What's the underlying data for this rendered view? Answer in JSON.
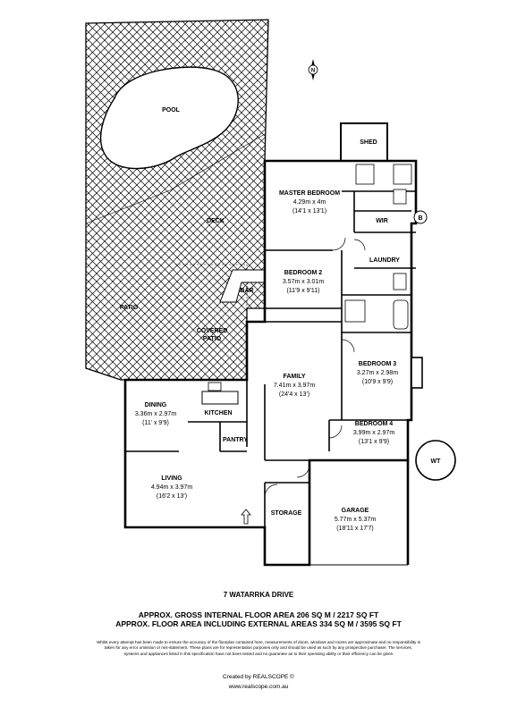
{
  "property": {
    "address": "7 WATARRKA DRIVE",
    "gross_internal_area": "APPROX. GROSS INTERNAL FLOOR AREA 206 SQ M / 2217 SQ FT",
    "external_area": "APPROX. FLOOR AREA INCLUDING EXTERNAL AREAS 334 SQ M / 3595 SQ FT"
  },
  "rooms": {
    "pool": {
      "label": "POOL"
    },
    "deck": {
      "label": "DECK"
    },
    "patio": {
      "label": "PATIO"
    },
    "covered_patio": {
      "label_line1": "COVERED",
      "label_line2": "PATIO"
    },
    "bar": {
      "label": "BAR"
    },
    "shed": {
      "label": "SHED"
    },
    "master_bedroom": {
      "label": "MASTER BEDROOM",
      "metric": "4.29m x 4m",
      "imperial": "(14'1 x 13'1)"
    },
    "wir": {
      "label": "WIR"
    },
    "hws": {
      "label": "B"
    },
    "laundry": {
      "label": "LAUNDRY"
    },
    "bedroom2": {
      "label": "BEDROOM 2",
      "metric": "3.57m x 3.01m",
      "imperial": "(11'9 x 9'11)"
    },
    "bedroom3": {
      "label": "BEDROOM 3",
      "metric": "3.27m x 2.98m",
      "imperial": "(10'9 x 9'9)"
    },
    "bedroom4": {
      "label": "BEDROOM 4",
      "metric": "3.99m x 2.97m",
      "imperial": "(13'1 x 9'9)"
    },
    "family": {
      "label": "FAMILY",
      "metric": "7.41m x 3.97m",
      "imperial": "(24'4 x 13')"
    },
    "dining": {
      "label": "DINING",
      "metric": "3.36m x 2.97m",
      "imperial": "(11' x 9'9)"
    },
    "kitchen": {
      "label": "KITCHEN"
    },
    "pantry": {
      "label": "PANTRY"
    },
    "living": {
      "label": "LIVING",
      "metric": "4.94m x 3.97m",
      "imperial": "(16'2 x 13')"
    },
    "storage": {
      "label": "STORAGE"
    },
    "garage": {
      "label": "GARAGE",
      "metric": "5.77m x 5.37m",
      "imperial": "(18'11 x 17'7)"
    },
    "water_tank": {
      "label": "WT"
    }
  },
  "compass": {
    "label": "N"
  },
  "disclaimer": "Whilst every attempt has been made to ensure the accuracy of the floorplan contained here, measurements of doors, windows and rooms are approximate and no responsibility is taken for any error omission or mis-statement. These plans are for representation purposes only and should be used as such by any prospective purchaser. The services, systems and appliances listed in this specification have not been tested and no guarantee as to their operating ability or their efficiency can be given",
  "credit": "Created by REALSCOPE ©",
  "website": "www.realscope.com.au"
}
